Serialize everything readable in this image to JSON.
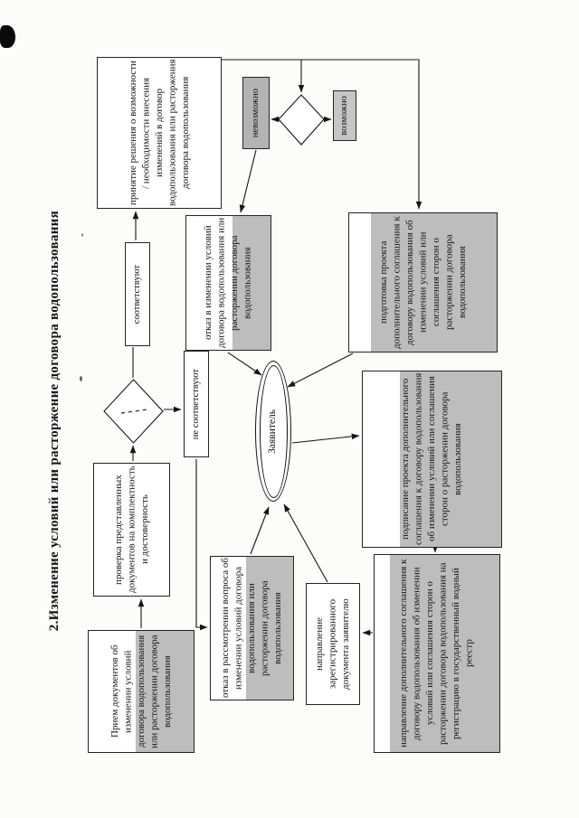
{
  "page": {
    "title": "2.Изменение условий или расторжение договора водопользования"
  },
  "nodes": {
    "reception": {
      "label": "Прием документов об изменении условий договора водопользования или расторжении договора водопользования"
    },
    "review": {
      "label": "проверка представленных документов на комплектность и достоверность"
    },
    "complies": {
      "label": "соответствуют"
    },
    "not_complies": {
      "label": "не соответствуют"
    },
    "decision_making": {
      "label": "принятие решения о возможности / необходимости внесения изменений в договор водопользования или расторжения договора водопользования"
    },
    "impossible": {
      "label": "невозможно"
    },
    "possible": {
      "label": "возможно"
    },
    "refusal_change": {
      "label": "отказ в изменении условий договора водопользования или расторжении договора водопользования"
    },
    "draft_preparation": {
      "label": "подготовка проекта дополнительного соглашения к договору водопользования об изменении условий или соглашения сторон о расторжении договора водопользования"
    },
    "applicant": {
      "label": "Заявитель"
    },
    "signing": {
      "label": "подписание проекта дополнительного соглашения к договору водопользования об изменении условий или соглашения сторон о расторжении договора водопользования"
    },
    "refusal_consideration": {
      "label": "отказ в рассмотрении вопроса об изменении условий договора водопользования или расторжении договора водопользования"
    },
    "sending_document": {
      "label": "направление зарегистрированного документа заявителю"
    },
    "sending_registration": {
      "label": "направление дополнительного соглашения к договору водопользования об изменении условий или соглашения сторон о расторжении договора водопользования на регистрацию в государственный водный реестр"
    }
  },
  "colors": {
    "shade": "#bdbdbd",
    "shade_dark": "#b3b3b3",
    "shade_light": "#c6c6c6",
    "ink": "#141414",
    "paper": "#fcfcfb"
  }
}
